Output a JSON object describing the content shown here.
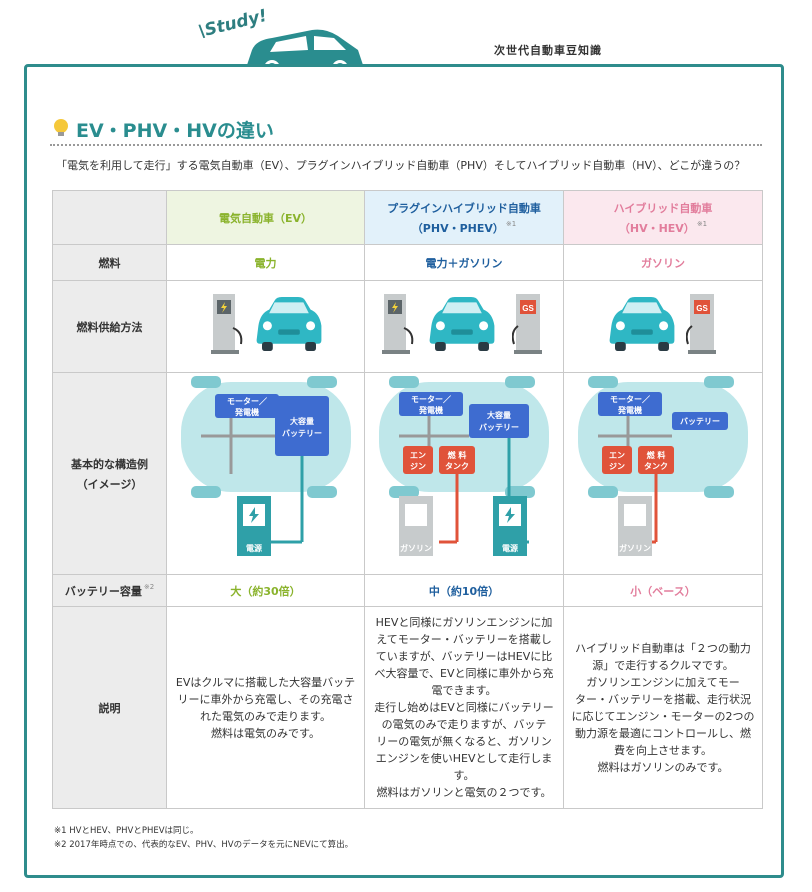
{
  "logo": {
    "study": "\\Study!",
    "subtitle": "次世代自動車豆知識",
    "title_n": "N",
    "title_ew": "ew ",
    "title_g": "G",
    "title_eneration": "eneration ",
    "title_v": "V",
    "title_ehicle": "ehicle"
  },
  "section": {
    "title": "EV・PHV・HVの違い"
  },
  "lead": "「電気を利用して走行」する電気自動車（EV）、プラグインハイブリッド自動車（PHV）そしてハイブリッド自動車（HV）、どこが違うの？",
  "colors": {
    "ev": "#8ab32c",
    "phv": "#1f5f9e",
    "hv": "#e27d9c",
    "frame": "#2e8c8c"
  },
  "columns": {
    "ev": {
      "name": "電気自動車（EV）"
    },
    "phv": {
      "name_line1": "プラグインハイブリッド自動車",
      "name_line2": "（PHV・PHEV）",
      "note": "※1"
    },
    "hv": {
      "name_line1": "ハイブリッド自動車",
      "name_line2": "（HV・HEV）",
      "note": "※1"
    }
  },
  "rows": {
    "fuel": {
      "header": "燃料",
      "ev": "電力",
      "phv": "電力＋ガソリン",
      "hv": "ガソリン"
    },
    "supply": {
      "header": "燃料供給方法"
    },
    "structure": {
      "header_line1": "基本的な構造例",
      "header_line2": "（イメージ）",
      "motor_line1": "モーター／",
      "motor_line2": "発電機",
      "big_battery_line1": "大容量",
      "big_battery_line2": "バッテリー",
      "battery": "バッテリー",
      "engine_line1": "エン",
      "engine_line2": "ジン",
      "tank_line1": "燃 料",
      "tank_line2": "タンク",
      "power_source": "電源",
      "gasoline": "ガソリン",
      "gs": "GS"
    },
    "battery": {
      "header": "バッテリー容量",
      "note": "※2",
      "ev": "大（約30倍）",
      "phv": "中（約10倍）",
      "hv": "小（ベース）"
    },
    "desc": {
      "header": "説明",
      "ev": [
        "EVはクルマに搭載した大容量バッテ",
        "リーに車外から充電し、その充電さ",
        "れた電気のみで走ります。",
        "燃料は電気のみです。"
      ],
      "phv": [
        "HEVと同様にガソリンエンジンに加",
        "えてモーター・バッテリーを搭載し",
        "ていますが、バッテリーはHEVに比",
        "べ大容量で、EVと同様に車外から充",
        "電できます。",
        "走行し始めはEVと同様にバッテリー",
        "の電気のみで走りますが、バッテ",
        "リーの電気が無くなると、ガソリン",
        "エンジンを使いHEVとして走行しま",
        "す。",
        "燃料はガソリンと電気の２つです。"
      ],
      "hv": [
        "ハイブリッド自動車は「２つの動力",
        "源」で走行するクルマです。",
        "ガソリンエンジンに加えてモー",
        "ター・バッテリーを搭載、走行状況",
        "に応じてエンジン・モーターの2つの",
        "動力源を最適にコントロールし、燃",
        "費を向上させます。",
        "燃料はガソリンのみです。"
      ]
    }
  },
  "footnotes": [
    "※1 HVとHEV、PHVとPHEVは同じ。",
    "※2 2017年時点での、代表的なEV、PHV、HVのデータを元にNEVにて算出。"
  ]
}
